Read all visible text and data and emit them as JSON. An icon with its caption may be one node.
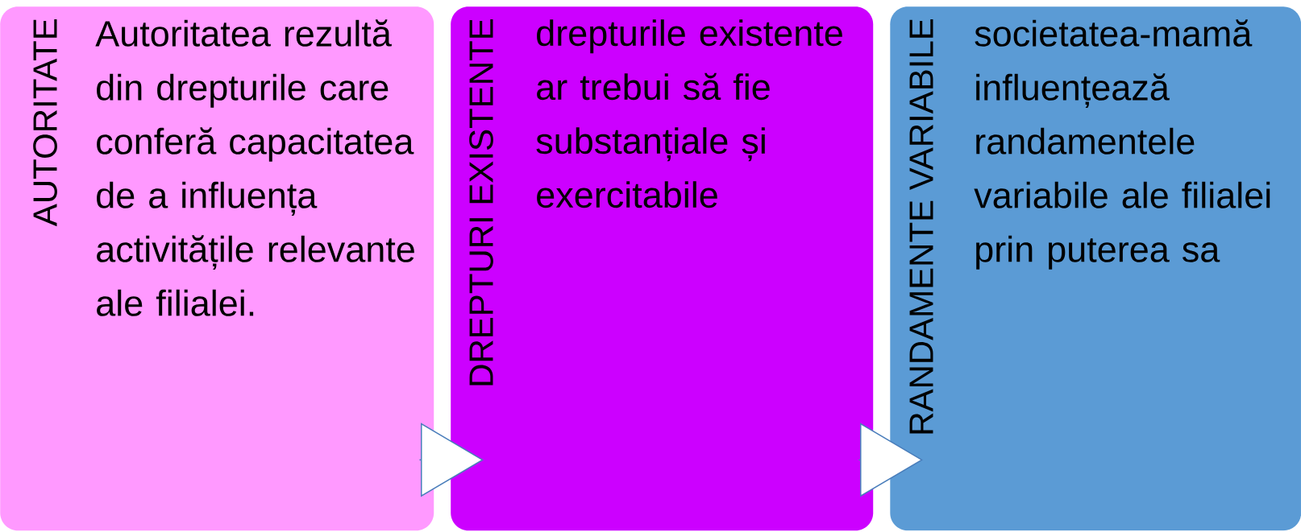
{
  "diagram": {
    "nodes": [
      {
        "text": [
          "AUTORITATE",
          "Autoritatea rezultă din drepturile care conferă capacitatea de a influența activitățile relevante ale filialei."
        ]
      },
      {
        "text": [
          "DREPTURI EXISTENTE",
          "drepturile existente ar trebui să fie substanțiale și exercitabile"
        ]
      },
      {
        "text": [
          "RANDAMENTE VARIABILE",
          "societatea-mamă influențează randamentele variabile ale filialei prin puterea sa"
        ]
      }
    ],
    "edges": [
      {
        "from": 0,
        "to": 1,
        "arrow": "to"
      },
      {
        "from": 1,
        "to": 2,
        "arrow": "to"
      }
    ]
  }
}
